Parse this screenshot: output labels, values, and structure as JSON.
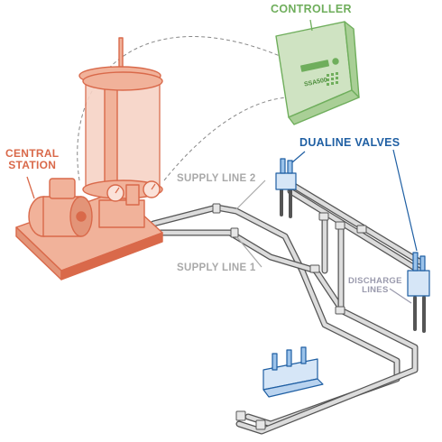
{
  "labels": {
    "controller": "CONTROLLER",
    "central_station_line1": "CENTRAL",
    "central_station_line2": "STATION",
    "dualine_valves": "DUALINE VALVES",
    "supply_line_2": "SUPPLY LINE 2",
    "supply_line_1": "SUPPLY LINE 1",
    "discharge_lines_line1": "DISCHARGE",
    "discharge_lines_line2": "LINES",
    "controller_model": "SSA500"
  },
  "colors": {
    "controller": "#6fae5c",
    "controller_fill": "#cfe3c2",
    "central_station": "#d9694a",
    "central_station_fill": "#f1b29a",
    "reservoir_fill": "#f7d3c6",
    "dualine_valves": "#1f5fa3",
    "valve_fill": "#d6e6f7",
    "pipe_outline": "#555555",
    "pipe_fill": "#dcdcdc",
    "supply_label": "#a9a9a9",
    "discharge_label": "#9a9aad",
    "leader_line": "#888888"
  },
  "icons": {
    "pump_motor": "motor-icon",
    "reservoir": "reservoir-icon",
    "pressure_gauges": "gauge-icon",
    "controller_box": "controller-icon",
    "valve": "valve-icon",
    "manifold": "manifold-icon"
  }
}
